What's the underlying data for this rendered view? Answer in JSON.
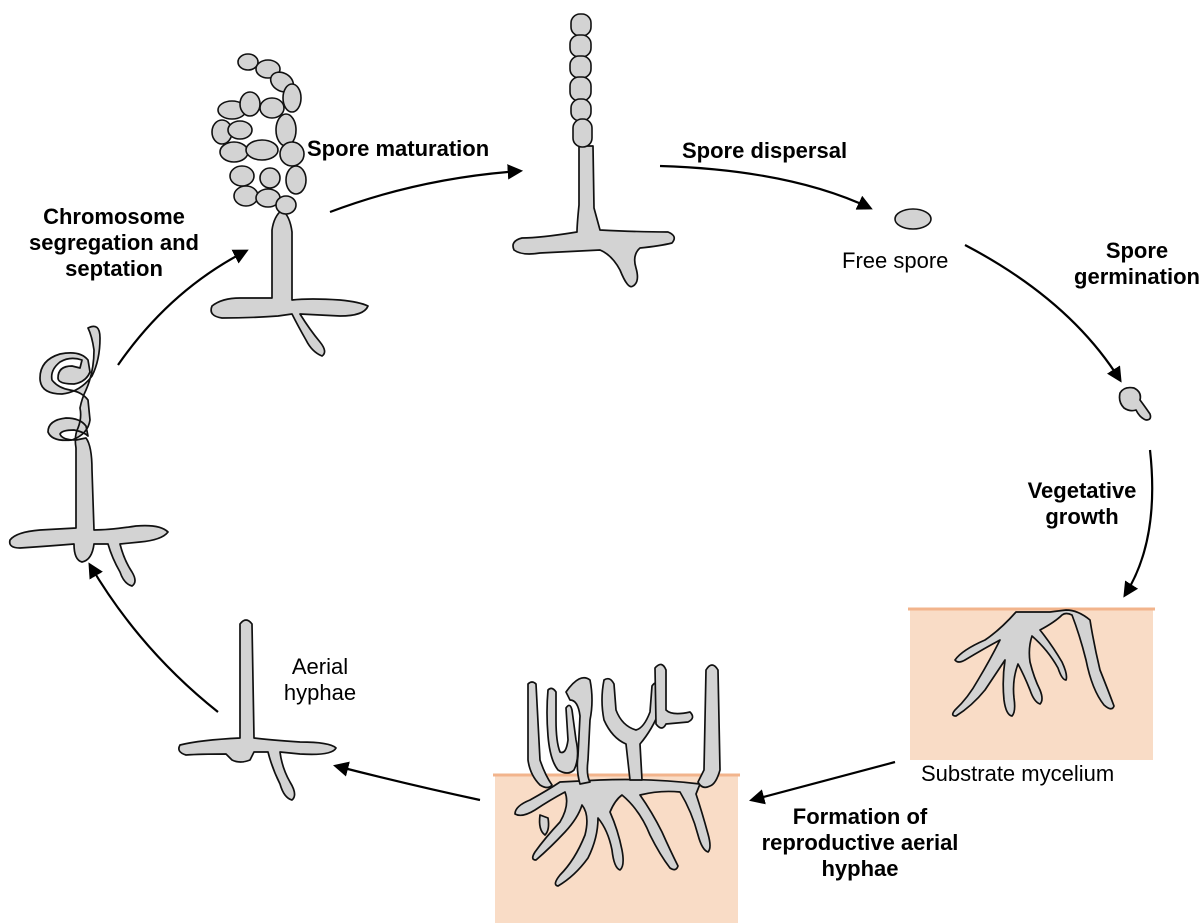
{
  "title": "",
  "labels": {
    "spore_maturation": "Spore maturation",
    "spore_dispersal": "Spore dispersal",
    "free_spore": "Free spore",
    "spore_germination": [
      "Spore",
      "germination"
    ],
    "vegetative_growth": [
      "Vegetative",
      "growth"
    ],
    "substrate_mycelium": "Substrate mycelium",
    "formation_aerial": [
      "Formation of",
      "reproductive aerial",
      "hyphae"
    ],
    "aerial_hyphae": [
      "Aerial",
      "hyphae"
    ],
    "chromosome_segregation": [
      "Chromosome",
      "segregation and",
      "septation"
    ]
  },
  "colors": {
    "hyphae_fill": "#d3d3d3",
    "outline": "#111111",
    "substrate": "#f9dcc6",
    "substrate_line": "#f2b48c",
    "arrow": "#000000"
  }
}
